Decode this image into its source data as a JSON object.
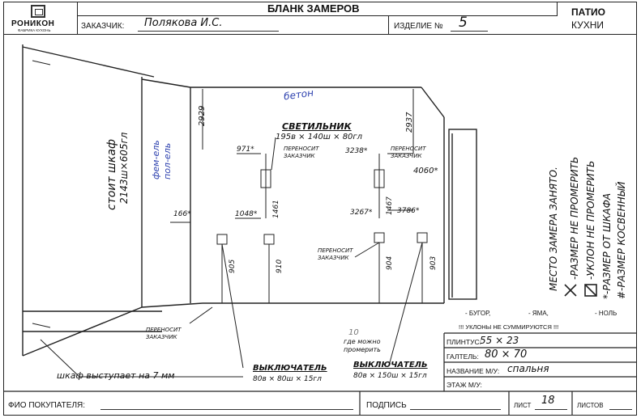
{
  "header": {
    "logo_brand": "РОНИКОН",
    "logo_sub": "ФАБРИКА КУХОНЬ",
    "title": "БЛАНК ЗАМЕРОВ",
    "brand_right_1": "ПАТИО",
    "brand_right_2": "КУХНИ",
    "customer_label": "ЗАКАЗЧИК:",
    "customer_value": "Полякова И.С.",
    "product_label": "ИЗДЕЛИЕ №",
    "product_value": "5"
  },
  "sketch": {
    "left_wall_note_1": "стоит шкаф",
    "left_wall_note_2": "2143ш×605гл",
    "left_wall_note_blue_1": "фем-ель",
    "left_wall_note_blue_2": "пол-ель",
    "material_note": "бетон",
    "height_left": "2929",
    "height_right": "2937",
    "lamp_label": "СВЕТИЛЬНИК",
    "lamp_size": "195в × 140ш × 80гл",
    "lamp_moves": "ПЕРЕНОСИТ ЗАКАЗЧИК",
    "dim_971": "971*",
    "dim_3238": "3238*",
    "moves_right_top": "ПЕРЕНОСИТ ЗАКАЗЧИК",
    "dim_4060": "4060*",
    "dim_166": "166*",
    "dim_1048": "1048*",
    "dim_1461": "1461",
    "dim_3267": "3267*",
    "dim_1467": "1467",
    "dim_3786": "3786*",
    "moves_middle": "ПЕРЕНОСИТ ЗАКАЗЧИК",
    "dim_905": "905",
    "dim_910": "910",
    "dim_904": "904",
    "dim_903": "903",
    "moves_left_bottom": "ПЕРЕНОСИТ ЗАКАЗЧИК",
    "note_10": "10",
    "note_possible": "где можно промерить",
    "switch_1_label": "ВЫКЛЮЧАТЕЛЬ",
    "switch_1_size": "80в × 80ш × 15гл",
    "switch_2_label": "ВЫКЛЮЧАТЕЛЬ",
    "switch_2_size": "80в × 150ш × 15гл",
    "cabinet_note": "шкаф выступает на 7 мм"
  },
  "legend": {
    "line_0": "МЕСТО ЗАМЕРА ЗАНЯТО.",
    "line_1": "-РАЗМЕР НЕ ПРОМЕРИТЬ",
    "line_2": "-УКЛОН НЕ ПРОМЕРИТЬ",
    "line_3": "*-РАЗМЕР ОТ ШКАФА",
    "line_4": "#-РАЗМЕР КОСВЕННЫЙ",
    "bump_label": "- БУГОР,",
    "pit_label": "- ЯМА,",
    "zero_label": "- НОЛЬ",
    "slopes_note": "!!! УКЛОНЫ НЕ СУММИРУЮТСЯ !!!"
  },
  "fields": {
    "plinth_label": "ПЛИНТУС:",
    "plinth_value": "55 × 23",
    "gallet_label": "ГАЛТЕЛЬ:",
    "gallet_value": "80 × 70",
    "room_label": "НАЗВАНИЕ М/У:",
    "room_value": "спальня",
    "floor_label": "ЭТАЖ М/У:",
    "floor_value": ""
  },
  "footer": {
    "buyer_label": "ФИО ПОКУПАТЕЛЯ:",
    "signature_label": "ПОДПИСЬ",
    "sheet_label": "ЛИСТ",
    "sheet_value": "18",
    "sheets_label": "ЛИСТОВ",
    "sheets_value": ""
  }
}
